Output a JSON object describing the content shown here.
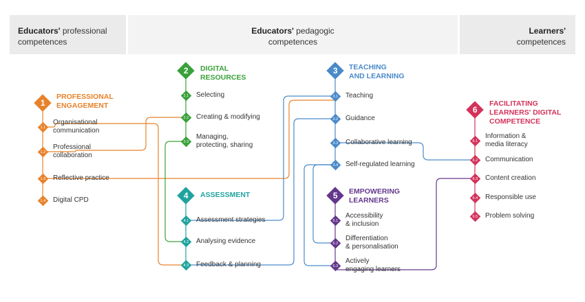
{
  "header": {
    "left_bold": "Educators'",
    "left_rest": " professional",
    "left_line2": "competences",
    "mid_bold": "Educators'",
    "mid_rest": " pedagogic",
    "mid_line2": "competences",
    "right_bold": "Learners'",
    "right_line2": "competences"
  },
  "colors": {
    "orange": "#e8822a",
    "green": "#3aa13a",
    "blue": "#4a8ac9",
    "teal": "#20a39e",
    "purple": "#63378c",
    "red": "#d3325a"
  },
  "areas": [
    {
      "id": "1",
      "num": "1",
      "title_lines": [
        "Professional",
        "engagement"
      ],
      "color": "orange",
      "competences": [
        {
          "id": "1.1",
          "num": "1.1",
          "lines": [
            "Organisational",
            "communication"
          ]
        },
        {
          "id": "1.2",
          "num": "1.2",
          "lines": [
            "Professional",
            "collaboration"
          ]
        },
        {
          "id": "1.3",
          "num": "1.3",
          "lines": [
            "Reflective practice"
          ]
        },
        {
          "id": "1.4",
          "num": "1.4",
          "lines": [
            "Digital CPD"
          ]
        }
      ]
    },
    {
      "id": "2",
      "num": "2",
      "title_lines": [
        "Digital",
        "resources"
      ],
      "color": "green",
      "competences": [
        {
          "id": "2.1",
          "num": "2.1",
          "lines": [
            "Selecting"
          ]
        },
        {
          "id": "2.2",
          "num": "2.2",
          "lines": [
            "Creating & modifying"
          ]
        },
        {
          "id": "2.3",
          "num": "2.3",
          "lines": [
            "Managing,",
            "protecting, sharing"
          ]
        }
      ]
    },
    {
      "id": "3",
      "num": "3",
      "title_lines": [
        "Teaching",
        "and learning"
      ],
      "color": "blue",
      "competences": [
        {
          "id": "3.1",
          "num": "3.1",
          "lines": [
            "Teaching"
          ]
        },
        {
          "id": "3.2",
          "num": "3.2",
          "lines": [
            "Guidance"
          ]
        },
        {
          "id": "3.3",
          "num": "3.3",
          "lines": [
            "Collaborative learning"
          ]
        },
        {
          "id": "3.4",
          "num": "3.4",
          "lines": [
            "Self-regulated learning"
          ]
        }
      ]
    },
    {
      "id": "4",
      "num": "4",
      "title_lines": [
        "Assessment"
      ],
      "color": "teal",
      "competences": [
        {
          "id": "4.1",
          "num": "4.1",
          "lines": [
            "Assessment strategies"
          ]
        },
        {
          "id": "4.2",
          "num": "4.2",
          "lines": [
            "Analysing evidence"
          ]
        },
        {
          "id": "4.3",
          "num": "4.3",
          "lines": [
            "Feedback & planning"
          ]
        }
      ]
    },
    {
      "id": "5",
      "num": "5",
      "title_lines": [
        "Empowering",
        "learners"
      ],
      "color": "purple",
      "competences": [
        {
          "id": "5.1",
          "num": "5.1",
          "lines": [
            "Accessibility",
            "& inclusion"
          ]
        },
        {
          "id": "5.2",
          "num": "5.2",
          "lines": [
            "Differentiation",
            "& personalisation"
          ]
        },
        {
          "id": "5.3",
          "num": "5.3",
          "lines": [
            "Actively",
            "engaging learners"
          ]
        }
      ]
    },
    {
      "id": "6",
      "num": "6",
      "title_lines": [
        "Facilitating",
        "learners' digital",
        "competence"
      ],
      "color": "red",
      "competences": [
        {
          "id": "6.1",
          "num": "6.1",
          "lines": [
            "Information &",
            "media literacy"
          ]
        },
        {
          "id": "6.2",
          "num": "6.2",
          "lines": [
            "Communication"
          ]
        },
        {
          "id": "6.3",
          "num": "6.3",
          "lines": [
            "Content creation"
          ]
        },
        {
          "id": "6.4",
          "num": "6.4",
          "lines": [
            "Responsible use"
          ]
        },
        {
          "id": "6.5",
          "num": "6.5",
          "lines": [
            "Problem solving"
          ]
        }
      ]
    }
  ],
  "links": [
    {
      "from": "1.1",
      "to": "4.3",
      "color": "orange"
    },
    {
      "from": "1.2",
      "to": "2.2",
      "color": "orange"
    },
    {
      "from": "1.3",
      "to": "3.1",
      "color": "orange"
    },
    {
      "from": "2.3",
      "to": "4.2",
      "color": "green"
    },
    {
      "from": "4.1",
      "to": "3.1",
      "color": "blue"
    },
    {
      "from": "4.3",
      "to": "3.2",
      "color": "blue"
    },
    {
      "from": "5.2",
      "to": "3.4",
      "color": "blue"
    },
    {
      "from": "5.3",
      "to": "3.4",
      "color": "blue"
    },
    {
      "from": "3.3",
      "to": "6.2",
      "color": "blue"
    },
    {
      "from": "5.3",
      "to": "6.3",
      "color": "purple"
    }
  ]
}
